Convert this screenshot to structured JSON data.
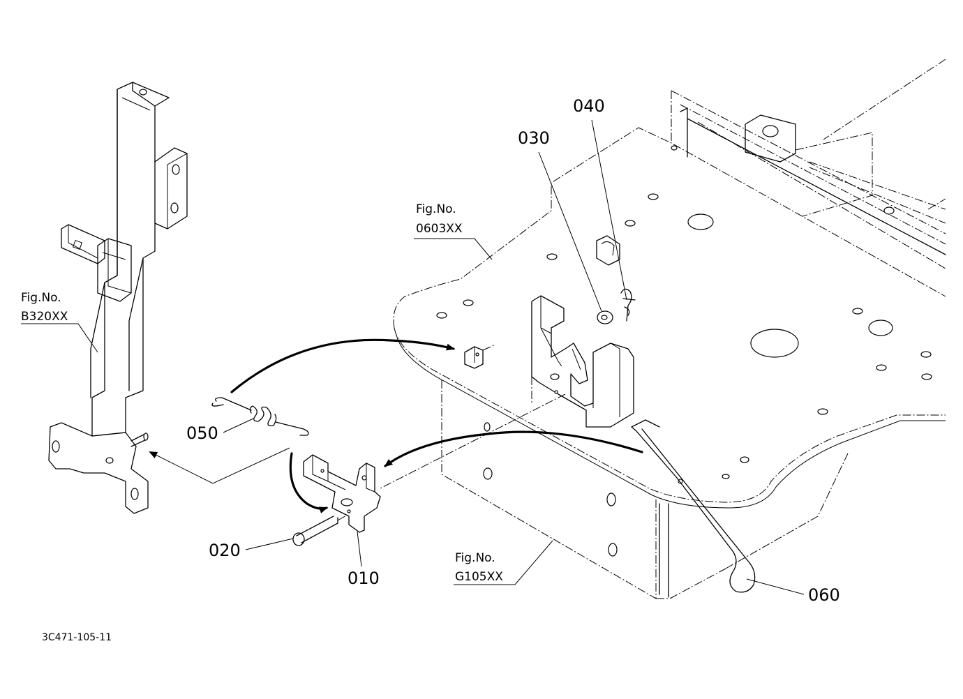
{
  "diagram": {
    "drawing_id": "3C471-105-11",
    "part_callouts": [
      {
        "id": "010",
        "label": "010"
      },
      {
        "id": "020",
        "label": "020"
      },
      {
        "id": "030",
        "label": "030"
      },
      {
        "id": "040",
        "label": "040"
      },
      {
        "id": "050",
        "label": "050"
      },
      {
        "id": "060",
        "label": "060"
      }
    ],
    "figure_references": [
      {
        "id": "b320",
        "line1": "Fig.No.",
        "line2": "B320XX"
      },
      {
        "id": "0603",
        "line1": "Fig.No.",
        "line2": "0603XX"
      },
      {
        "id": "g105",
        "line1": "Fig.No.",
        "line2": "G105XX"
      }
    ]
  }
}
